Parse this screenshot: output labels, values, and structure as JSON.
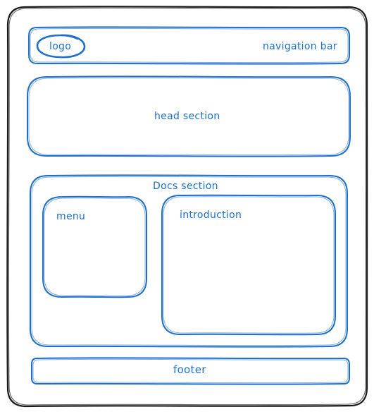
{
  "colors": {
    "outline": "#1a1a1a",
    "accent": "#1e6fc8",
    "background": "#ffffff"
  },
  "labels": {
    "logo": "logo",
    "navigation_bar": "navigation bar",
    "head_section": "head section",
    "docs_section": "Docs section",
    "menu": "menu",
    "introduction": "introduction",
    "footer": "footer"
  }
}
